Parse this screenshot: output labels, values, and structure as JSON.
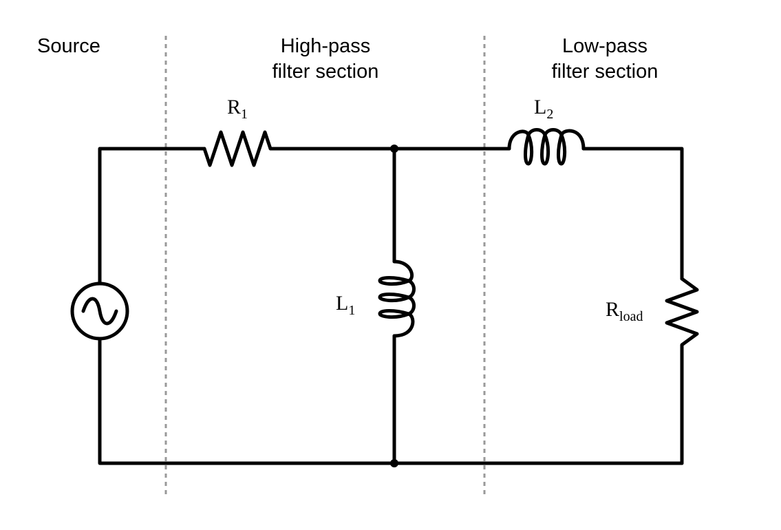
{
  "sections": {
    "source": "Source",
    "high_pass_line1": "High-pass",
    "high_pass_line2": "filter section",
    "low_pass_line1": "Low-pass",
    "low_pass_line2": "filter section"
  },
  "components": {
    "r1": {
      "letter": "R",
      "sub": "1"
    },
    "l1": {
      "letter": "L",
      "sub": "1"
    },
    "l2": {
      "letter": "L",
      "sub": "2"
    },
    "rload": {
      "letter": "R",
      "sub": "load"
    }
  }
}
